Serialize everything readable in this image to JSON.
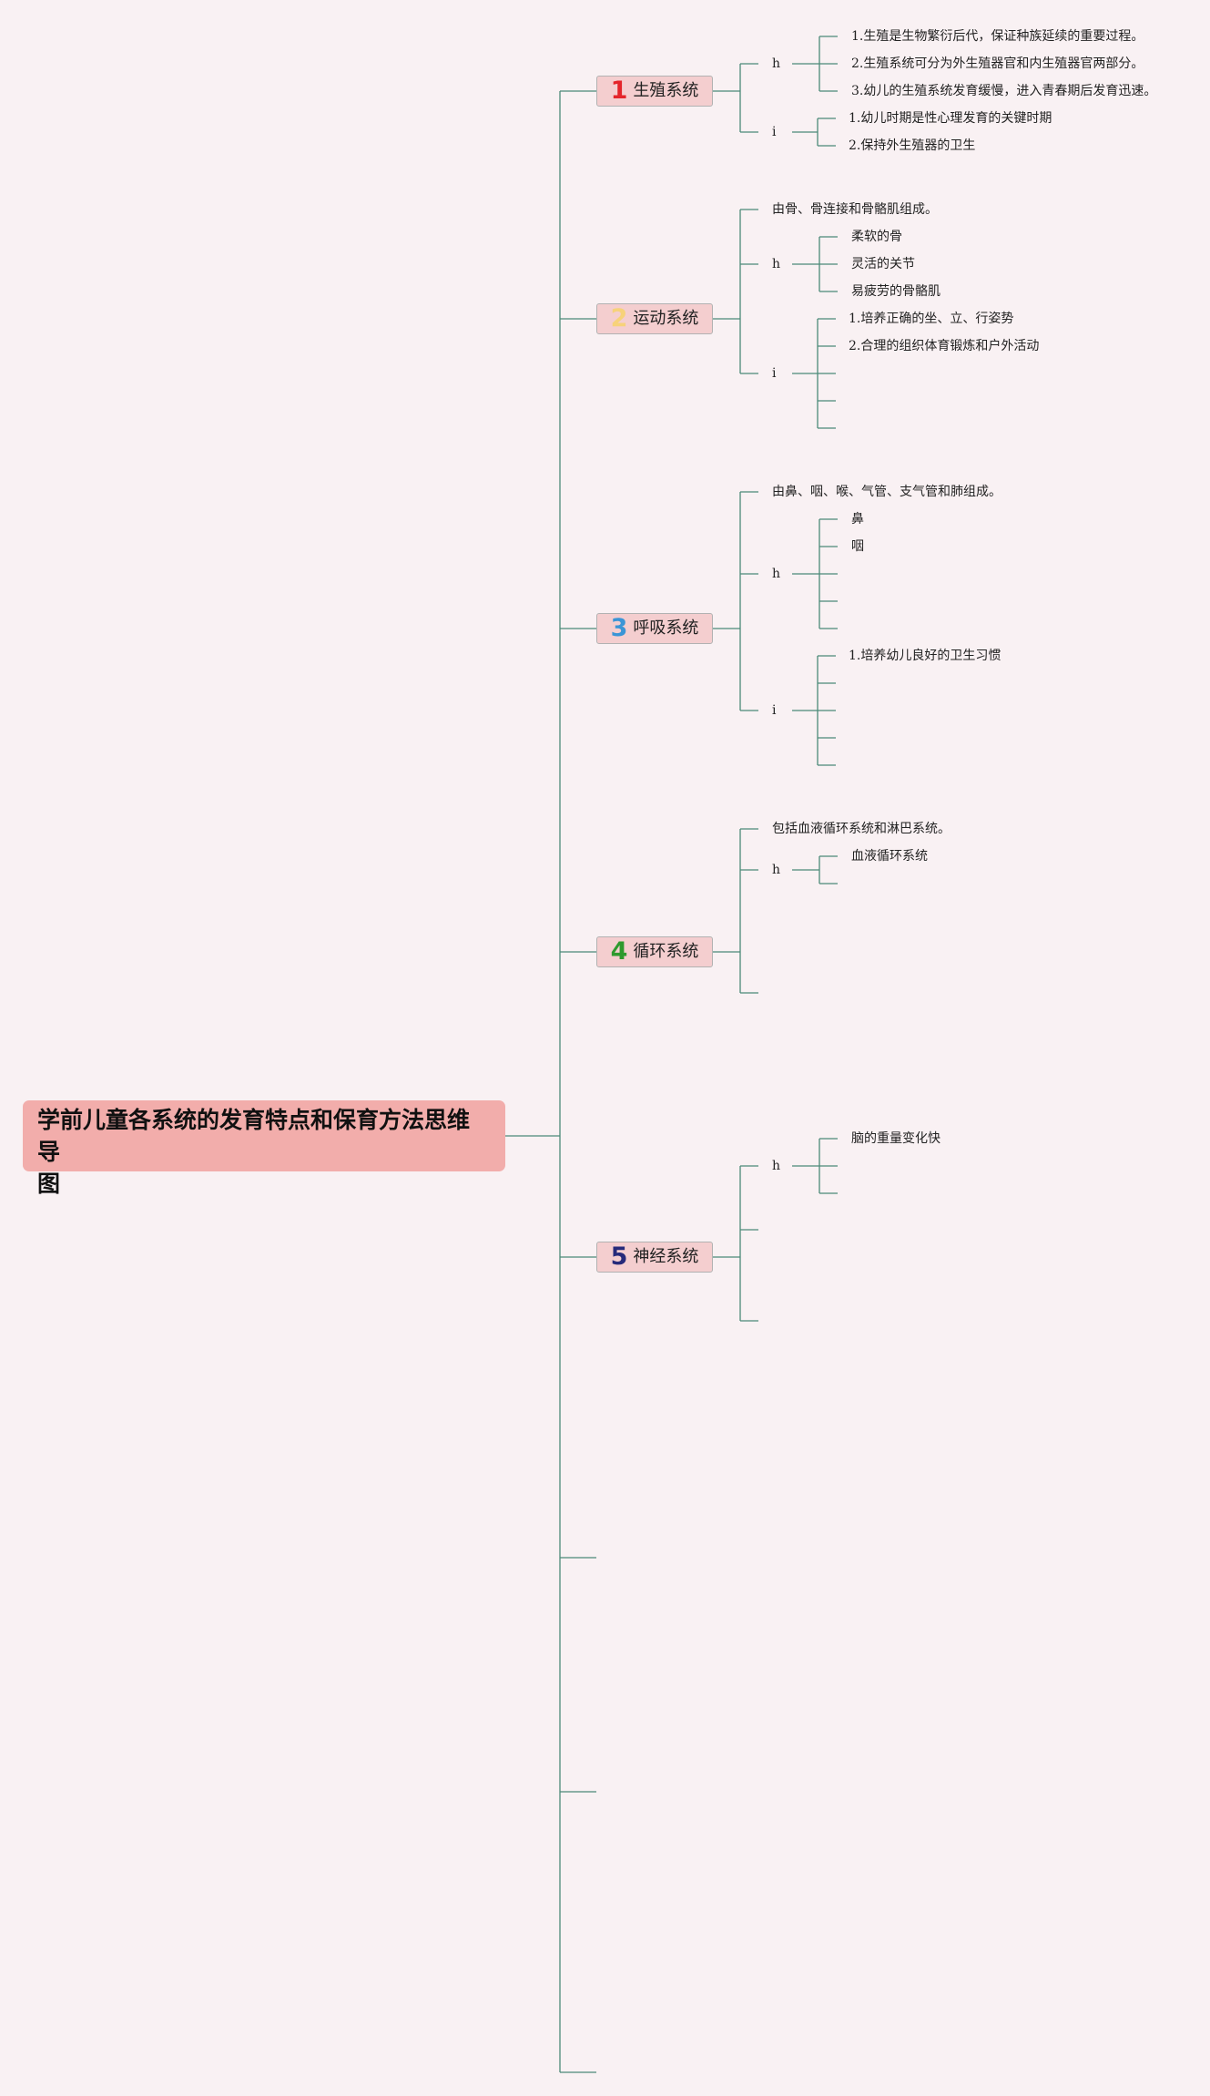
{
  "title": "学前儿童各系统的发育特点和保育方法思维导图",
  "title_lines": [
    "学前儿童各系统的发育特点和保育方法思维导",
    "图"
  ],
  "systems": [
    {
      "number": "1",
      "label": "生殖系统",
      "number_color": "#e4252b",
      "intro": "",
      "h": {
        "label": "h",
        "items": [
          "1.生殖是生物繁衍后代，保证种族延续的重要过程。",
          "2.生殖系统可分为外生殖器官和内生殖器官两部分。",
          "3.幼儿的生殖系统发育缓慢，进入青春期后发育迅速。"
        ]
      },
      "i": {
        "label": "i",
        "items": [
          "1.幼儿时期是性心理发育的关键时期",
          "2.保持外生殖器的卫生"
        ]
      }
    },
    {
      "number": "2",
      "label": "运动系统",
      "number_color": "#f7d27a",
      "intro": "由骨、骨连接和骨骼肌组成。",
      "h": {
        "label": "h",
        "items": [
          "柔软的骨",
          "灵活的关节",
          "易疲劳的骨骼肌"
        ]
      },
      "i": {
        "label": "i",
        "items": [
          "1.培养正确的坐、立、行姿势",
          "2.合理的组织体育锻炼和户外活动",
          "",
          "",
          ""
        ]
      }
    },
    {
      "number": "3",
      "label": "呼吸系统",
      "number_color": "#3b95d6",
      "intro": "由鼻、咽、喉、气管、支气管和肺组成。",
      "h": {
        "label": "h",
        "items": [
          "鼻",
          "咽",
          "",
          "",
          ""
        ]
      },
      "i": {
        "label": "i",
        "items": [
          "1.培养幼儿良好的卫生习惯",
          "",
          "",
          "",
          ""
        ]
      }
    },
    {
      "number": "4",
      "label": "循环系统",
      "number_color": "#2e9a2e",
      "intro": "包括血液循环系统和淋巴系统。",
      "h": {
        "label": "h",
        "items": [
          "血液循环系统",
          ""
        ]
      },
      "i": {
        "label": "",
        "items": []
      }
    },
    {
      "number": "5",
      "label": "神经系统",
      "number_color": "#262a7a",
      "intro": "",
      "h": {
        "label": "h",
        "items": [
          "脑的重量变化快",
          "",
          ""
        ]
      },
      "i": {
        "label": "",
        "items": []
      }
    }
  ]
}
